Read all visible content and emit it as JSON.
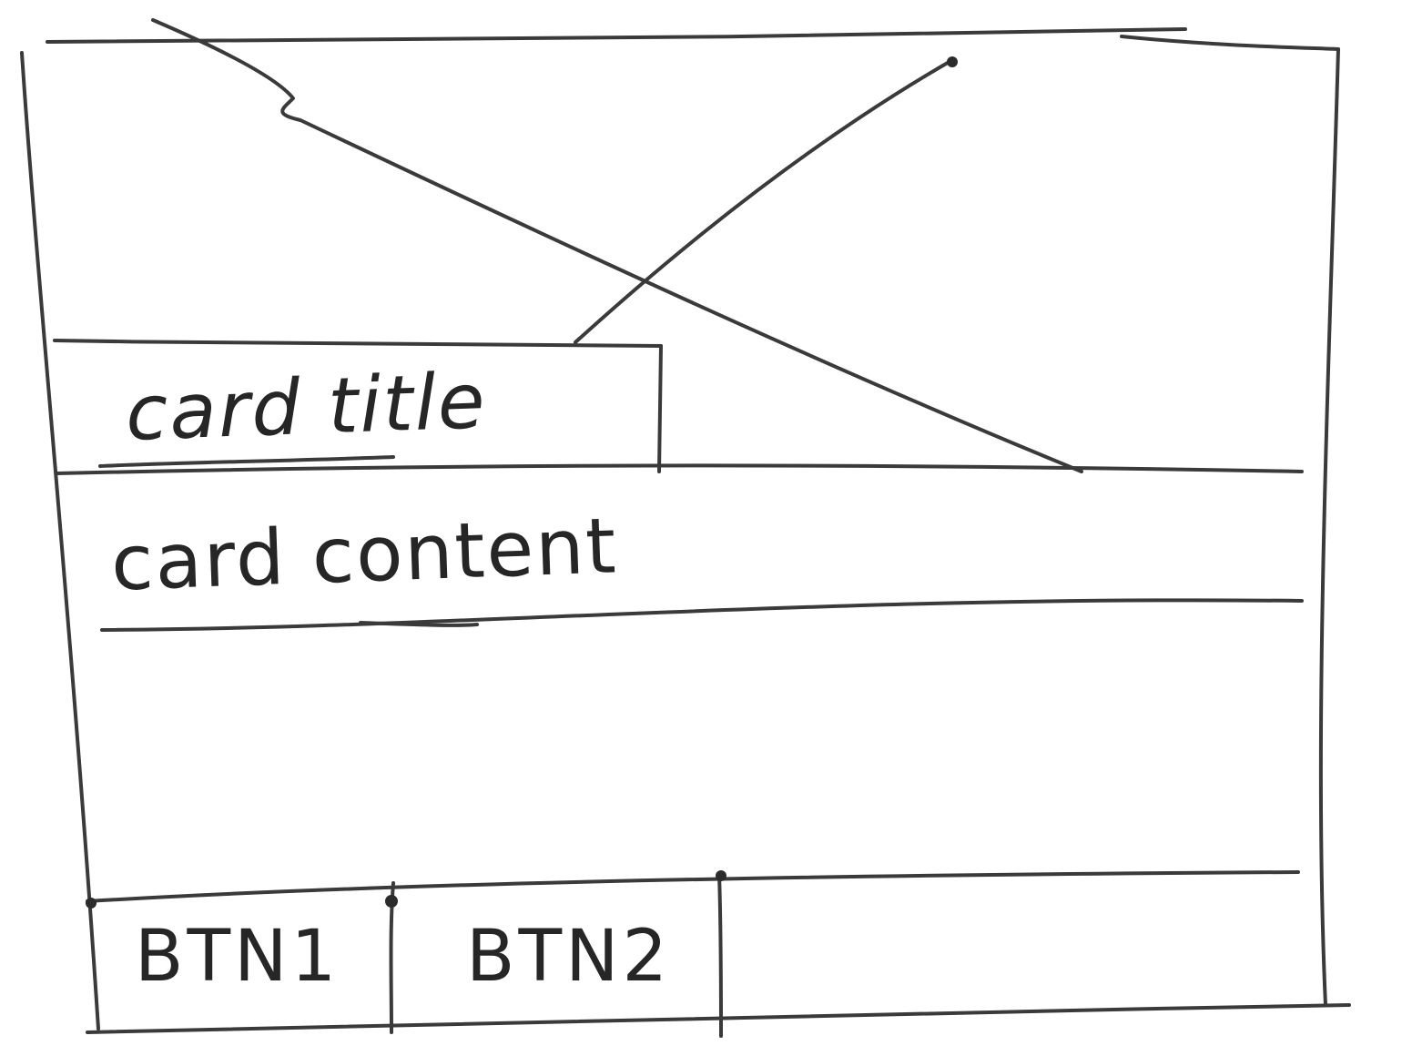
{
  "card": {
    "title": "card title",
    "content": "card content"
  },
  "actions": {
    "btn1_label": "BTN1",
    "btn2_label": "BTN2"
  },
  "media": {
    "icon": "image-placeholder-icon"
  }
}
